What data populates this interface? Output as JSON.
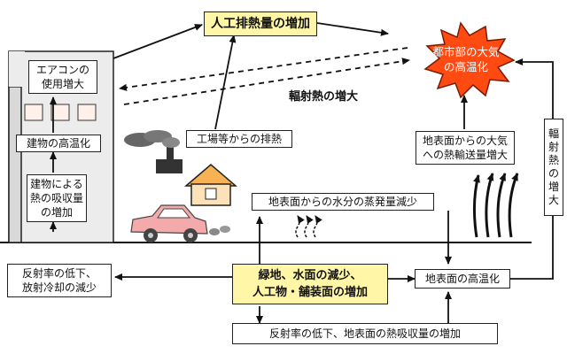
{
  "boxes": {
    "aircon": "エアコンの\n使用増大",
    "building_heat": "建物の高温化",
    "building_absorb": "建物による\n熱の吸収量\nの増加",
    "reflect_low": "反射率の低下、\n放射冷却の減少",
    "artificial_heat": "人工排熱量の増加",
    "factory": "工場等からの排熱",
    "evaporation": "地表面からの水分の蒸発量減少",
    "green_loss": "緑地、水面の減少、\n人工物・舗装面の増加",
    "ground_heat": "地表面の高温化",
    "ground_absorb": "反射率の低下、地表面の熱吸収量の増加",
    "transport": "地表面からの大気\nへの熱輸送量増大"
  },
  "labels": {
    "radiation_increase": "輻射熱の増大",
    "radiation_vertical": "輻\n射\n熱\nの\n増\n大",
    "urban_heat": "都市部の大気\nの高温化"
  },
  "colors": {
    "highlight": "#fff6a8",
    "explosion": "#ff4a12",
    "building": "#ececec",
    "car": "#f4aaaa"
  }
}
